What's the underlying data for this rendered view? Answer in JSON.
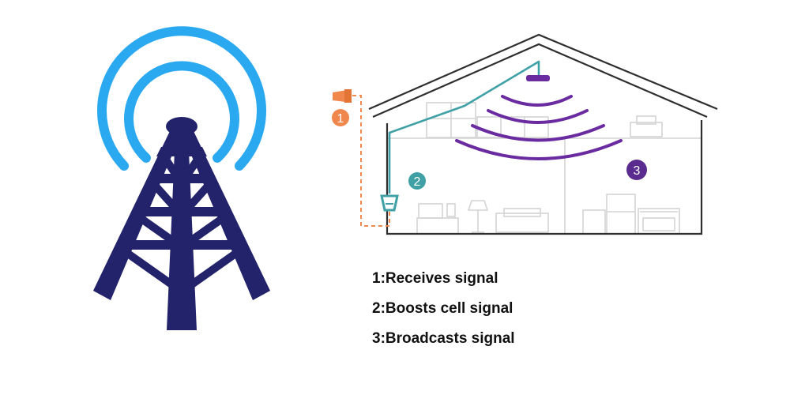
{
  "diagram": {
    "badges": [
      {
        "number": "1",
        "color": "#f0874d"
      },
      {
        "number": "2",
        "color": "#3fa0a6"
      },
      {
        "number": "3",
        "color": "#5b2c8f"
      }
    ],
    "colors": {
      "tower": "#23236b",
      "tower_waves": "#2aa8f0",
      "house_outline": "#2f2f2f",
      "furniture": "#d4d4d4",
      "outdoor_antenna": "#f0874d",
      "booster_cable": "#3fa0a6",
      "broadcast_waves": "#6a2ba0"
    },
    "icons": {
      "tower": "cell-tower-icon",
      "outdoor_antenna": "outdoor-antenna-icon",
      "booster": "signal-booster-icon",
      "indoor_antenna": "indoor-antenna-icon"
    }
  },
  "legend": [
    {
      "text": "1:Receives signal"
    },
    {
      "text": "2:Boosts cell signal"
    },
    {
      "text": "3:Broadcasts signal"
    }
  ]
}
